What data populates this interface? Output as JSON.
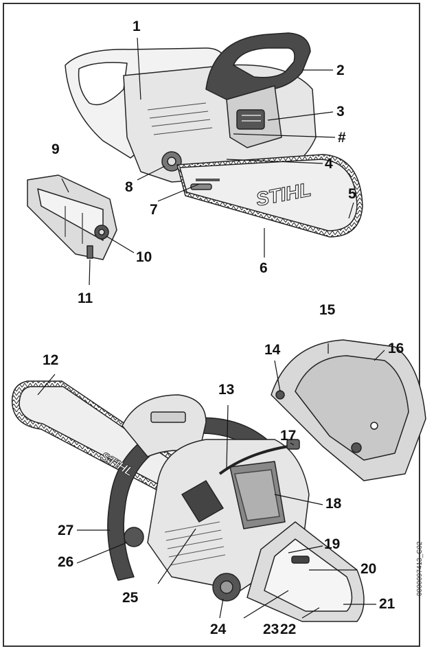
{
  "callouts": [
    {
      "id": "c1",
      "text": "1"
    },
    {
      "id": "c2",
      "text": "2"
    },
    {
      "id": "c3",
      "text": "3"
    },
    {
      "id": "chash",
      "text": "#"
    },
    {
      "id": "c4",
      "text": "4"
    },
    {
      "id": "c5",
      "text": "5"
    },
    {
      "id": "c6",
      "text": "6"
    },
    {
      "id": "c7",
      "text": "7"
    },
    {
      "id": "c8",
      "text": "8"
    },
    {
      "id": "c9",
      "text": "9"
    },
    {
      "id": "c10",
      "text": "10"
    },
    {
      "id": "c11",
      "text": "11"
    },
    {
      "id": "c12",
      "text": "12"
    },
    {
      "id": "c13",
      "text": "13"
    },
    {
      "id": "c14",
      "text": "14"
    },
    {
      "id": "c15",
      "text": "15"
    },
    {
      "id": "c16",
      "text": "16"
    },
    {
      "id": "c17",
      "text": "17"
    },
    {
      "id": "c18",
      "text": "18"
    },
    {
      "id": "c19",
      "text": "19"
    },
    {
      "id": "c20",
      "text": "20"
    },
    {
      "id": "c21",
      "text": "21"
    },
    {
      "id": "c22",
      "text": "22"
    },
    {
      "id": "c23",
      "text": "23"
    },
    {
      "id": "c24",
      "text": "24"
    },
    {
      "id": "c25",
      "text": "25"
    },
    {
      "id": "c26",
      "text": "26"
    },
    {
      "id": "c27",
      "text": "27"
    }
  ],
  "bar_brand_top": "STIHL",
  "bar_brand_bottom": "STIHL",
  "document_id": "0000097413_C02",
  "colors": {
    "line": "#222222",
    "fill_light": "#eeeeee",
    "fill_mid": "#bdbdbd",
    "fill_dark": "#555555"
  }
}
